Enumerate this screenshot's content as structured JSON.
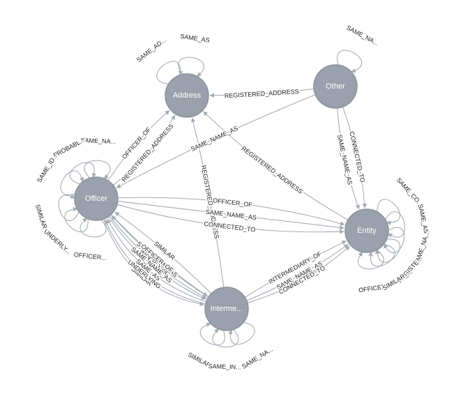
{
  "graph": {
    "node_color": "#9aa1ac",
    "edge_color": "#a5abb6",
    "nodes": [
      {
        "id": "address",
        "label": "Address"
      },
      {
        "id": "other",
        "label": "Other"
      },
      {
        "id": "officer",
        "label": "Officer"
      },
      {
        "id": "entity",
        "label": "Entity"
      },
      {
        "id": "intermediary",
        "label": "Interme..."
      }
    ],
    "self_loops": [
      {
        "node": "address",
        "label": "SAME_AS"
      },
      {
        "node": "address",
        "label": "SAME_AD..."
      },
      {
        "node": "other",
        "label": "SAME_NA..."
      },
      {
        "node": "officer",
        "label": "SAME_NA..."
      },
      {
        "node": "officer",
        "label": "PROBABL..."
      },
      {
        "node": "officer",
        "label": "SAME_ID..."
      },
      {
        "node": "officer",
        "label": "SIMILAR"
      },
      {
        "node": "officer",
        "label": "UNDERLY..."
      },
      {
        "node": "officer",
        "label": "OFFICER..."
      },
      {
        "node": "entity",
        "label": "SAME_CO..."
      },
      {
        "node": "entity",
        "label": "SAME_AS"
      },
      {
        "node": "entity",
        "label": "SAME_NA..."
      },
      {
        "node": "entity",
        "label": "REGISTE..."
      },
      {
        "node": "entity",
        "label": "OFFICER..."
      },
      {
        "node": "entity",
        "label": "SIMILAR_..."
      },
      {
        "node": "intermediary",
        "label": "SIMILAR"
      },
      {
        "node": "intermediary",
        "label": "SAME_IN..."
      },
      {
        "node": "intermediary",
        "label": "SAME_NA..."
      }
    ],
    "edges": [
      {
        "from": "other",
        "to": "address",
        "label": "REGISTERED_ADDRESS"
      },
      {
        "from": "officer",
        "to": "address",
        "label": "REGISTERED_ADDRESS"
      },
      {
        "from": "officer",
        "to": "address",
        "label": "OFFICER_OF"
      },
      {
        "from": "entity",
        "to": "address",
        "label": "REGISTERED_ADDRESS"
      },
      {
        "from": "intermediary",
        "to": "address",
        "label": "REGISTERED_ADDRESS"
      },
      {
        "from": "other",
        "to": "officer",
        "label": "SAME_NAME_AS"
      },
      {
        "from": "other",
        "to": "entity",
        "label": "CONNECTED_TO"
      },
      {
        "from": "other",
        "to": "entity",
        "label": "SAME_NAME_AS"
      },
      {
        "from": "officer",
        "to": "entity",
        "label": "OFFICER_OF"
      },
      {
        "from": "officer",
        "to": "entity",
        "label": "SAME_NAME_AS"
      },
      {
        "from": "intermediary",
        "to": "officer",
        "label": "SIMILAR"
      },
      {
        "from": "intermediary",
        "to": "officer",
        "label": "SAME_NAME_AS"
      },
      {
        "from": "intermediary",
        "to": "officer",
        "label": "SAME_AS"
      },
      {
        "from": "officer",
        "to": "intermediary",
        "label": "UNDERLYING"
      },
      {
        "from": "officer",
        "to": "intermediary",
        "label": "OFFICER_OF"
      },
      {
        "from": "officer",
        "to": "intermediary",
        "label": "SAME_NAME_AS"
      },
      {
        "from": "officer",
        "to": "intermediary",
        "label": "SIMILAR"
      },
      {
        "from": "intermediary",
        "to": "officer",
        "label": "UNDERLYING"
      },
      {
        "from": "officer",
        "to": "entity",
        "label": "CONNECTED_TO"
      },
      {
        "from": "intermediary",
        "to": "entity",
        "label": "SAME_NAME_AS"
      },
      {
        "from": "intermediary",
        "to": "entity",
        "label": "INTERMEDIARY_OF"
      },
      {
        "from": "intermediary",
        "to": "entity",
        "label": "CONNECTED_TO"
      }
    ]
  }
}
